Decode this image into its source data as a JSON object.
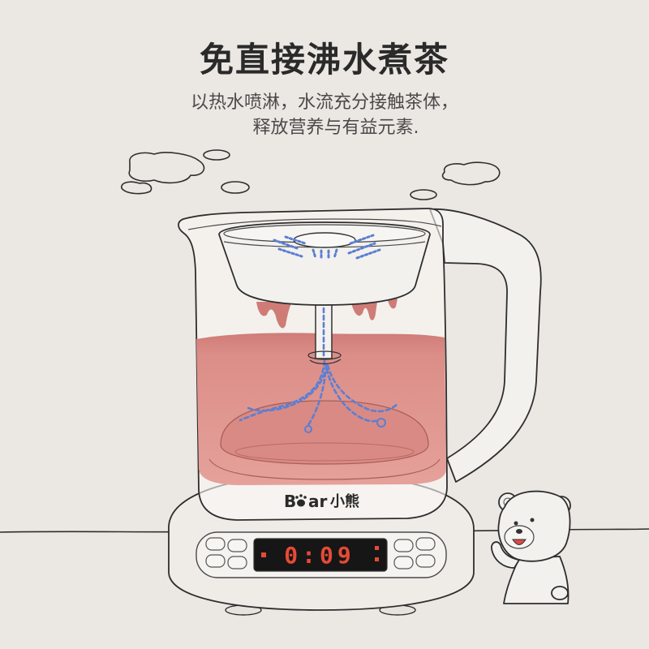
{
  "title": "免直接沸水煮茶",
  "subtitle": {
    "line1": "以热水喷淋，水流充分接触茶体，",
    "line2": "释放营养与有益元素."
  },
  "kettle": {
    "brand": {
      "latin_start": "B",
      "icon": "paw-icon",
      "latin_end": "ar",
      "chinese": "小熊"
    },
    "display": {
      "time": "0:09"
    }
  },
  "colors": {
    "background": "#ebe7e2",
    "title": "#2a2a2a",
    "tea": "#dc8e88",
    "tea_dark": "#cf7c77",
    "spray": "#5b7fd3",
    "display_digits": "#e64a36"
  }
}
